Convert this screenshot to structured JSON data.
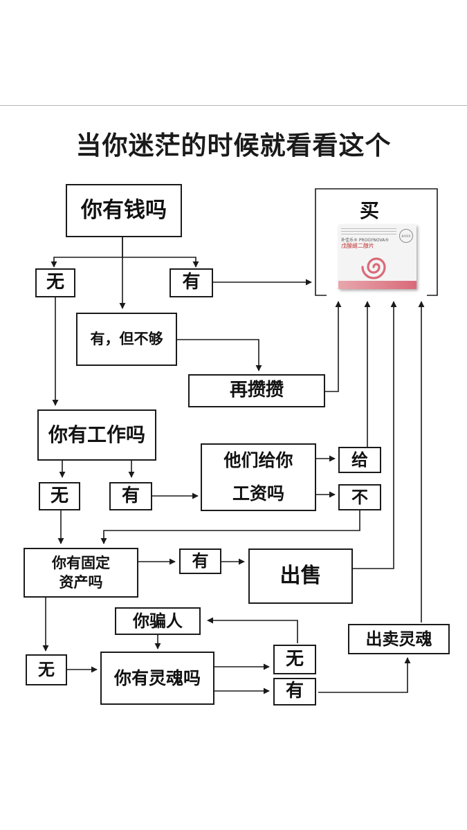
{
  "title": "当你迷茫的时候就看看这个",
  "nodes": {
    "have_money": "你有钱吗",
    "buy": "买",
    "no_1": "无",
    "yes_1": "有",
    "yes_but_not_enough": "有，但不够",
    "save_more": "再攒攒",
    "have_job": "你有工作吗",
    "no_2": "无",
    "yes_2": "有",
    "pay_line1": "他们给你",
    "pay_line2": "工资吗",
    "give": "给",
    "not_give": "不",
    "assets_line1": "你有固定",
    "assets_line2": "资产吗",
    "yes_3": "有",
    "sell": "出售",
    "cheat": "你骗人",
    "no_3": "无",
    "have_soul": "你有灵魂吗",
    "no_4": "无",
    "yes_4": "有",
    "sell_soul": "出卖灵魂"
  },
  "product": {
    "brand": "补佳乐® PROGYNOVA®",
    "name": "戊酸雌二醇片",
    "maker": "BAYER"
  },
  "colors": {
    "line": "#1a1a1a",
    "accent": "#d96a78"
  }
}
